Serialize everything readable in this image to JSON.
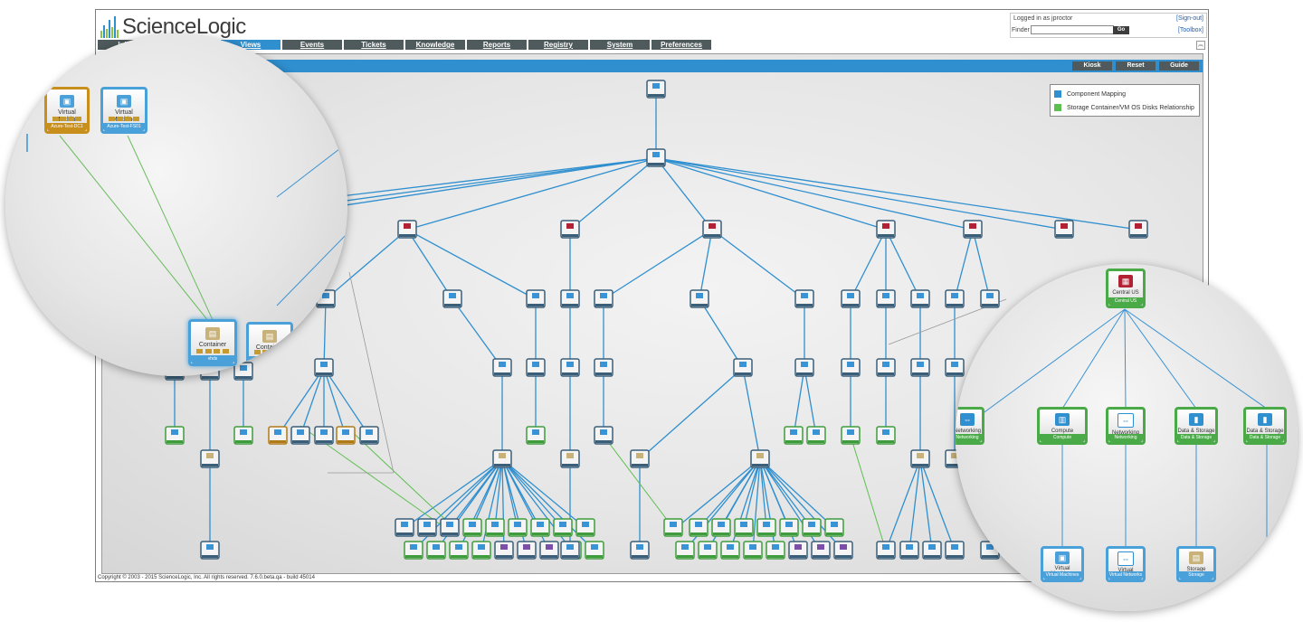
{
  "app": {
    "brand": "ScienceLogic",
    "logo_colors": [
      "#8cc63f",
      "#2f8fcf",
      "#8cc63f",
      "#2f8fcf",
      "#8cc63f",
      "#2f8fcf",
      "#8cc63f"
    ]
  },
  "nav": {
    "tabs": [
      {
        "label": "Inbox",
        "active": false
      },
      {
        "label": "",
        "active": false
      },
      {
        "label": "Views",
        "active": true
      },
      {
        "label": "Events",
        "active": false
      },
      {
        "label": "Tickets",
        "active": false
      },
      {
        "label": "Knowledge",
        "active": false
      },
      {
        "label": "Reports",
        "active": false
      },
      {
        "label": "Registry",
        "active": false
      },
      {
        "label": "System",
        "active": false
      },
      {
        "label": "Preferences",
        "active": false
      }
    ]
  },
  "user": {
    "logged_in": "Logged in as jproctor",
    "signout": "[Sign-out]",
    "toolbox": "[Toolbox]",
    "finder_label": "Finder",
    "finder_value": "",
    "go": "Go"
  },
  "toolbar": {
    "kiosk": "Kiosk",
    "reset": "Reset",
    "guide": "Guide"
  },
  "legend": {
    "items": [
      {
        "label": "Component Mapping",
        "color": "#2f8fcf"
      },
      {
        "label": "Storage Container/VM OS Disks Relationship",
        "color": "#5cbf50"
      }
    ]
  },
  "footer": {
    "text": "Copyright © 2003 - 2015 ScienceLogic, Inc. All rights reserved. 7.6.0.beta.qa - build 45014"
  },
  "left_zoom": {
    "nodes": [
      {
        "label": "Virtual\nMachine",
        "sub": "Azure-Test-DC1",
        "style": "orange"
      },
      {
        "label": "Virtual\nMachine",
        "sub": "Azure-Test-FS01",
        "style": "blue"
      },
      {
        "label": "Container",
        "sub": "vhds",
        "style": "blue"
      },
      {
        "label": "Container",
        "sub": "",
        "style": "blue"
      }
    ]
  },
  "right_zoom": {
    "region": {
      "label": "Central US",
      "sub": "Central US"
    },
    "services": [
      {
        "label": "Networking",
        "sub": "Networking"
      },
      {
        "label": "Compute",
        "sub": "Compute"
      },
      {
        "label": "Networking",
        "sub": "Networking"
      },
      {
        "label": "Data & Storage",
        "sub": "Data & Storage"
      },
      {
        "label": "Data & Storage",
        "sub": "Data & Storage"
      }
    ],
    "leaves": [
      {
        "label": "Virtual\nMachines",
        "sub": "Virtual Machines"
      },
      {
        "label": "Virtual\nNetworks",
        "sub": "Virtual Networks"
      },
      {
        "label": "Storage",
        "sub": "Storage"
      }
    ]
  }
}
